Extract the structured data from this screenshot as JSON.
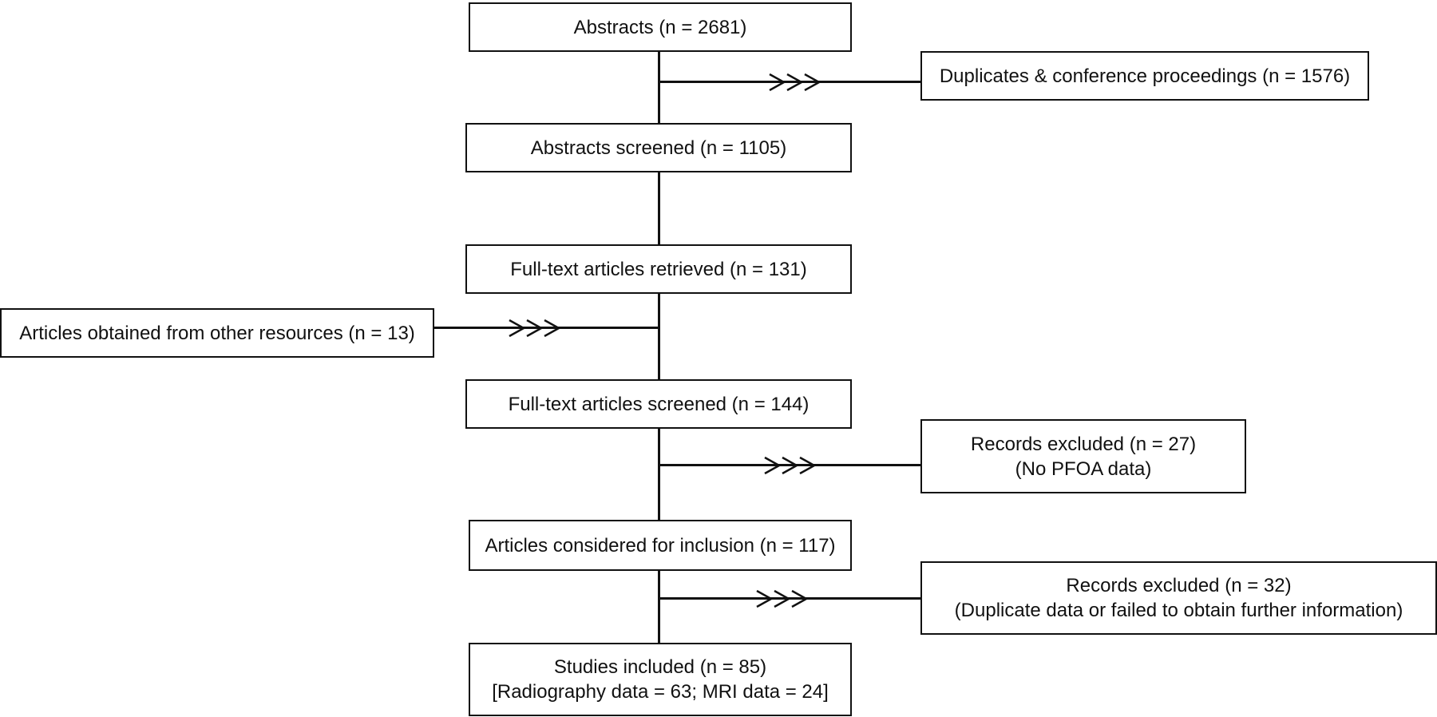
{
  "flow": {
    "abstracts": "Abstracts (n = 2681)",
    "duplicates": "Duplicates & conference proceedings (n = 1576)",
    "abstracts_screened": "Abstracts screened (n = 1105)",
    "fulltext_retrieved": "Full-text articles retrieved (n = 131)",
    "other_resources": "Articles obtained from other resources (n = 13)",
    "fulltext_screened": "Full-text articles screened (n = 144)",
    "excluded_1": {
      "line1": "Records excluded (n = 27)",
      "line2": "(No PFOA data)"
    },
    "considered": "Articles considered for inclusion (n = 117)",
    "excluded_2": {
      "line1": "Records excluded (n = 32)",
      "line2": "(Duplicate data or failed to obtain further information)"
    },
    "included": {
      "line1": "Studies included (n = 85)",
      "line2": "[Radiography data = 63; MRI data = 24]"
    }
  }
}
